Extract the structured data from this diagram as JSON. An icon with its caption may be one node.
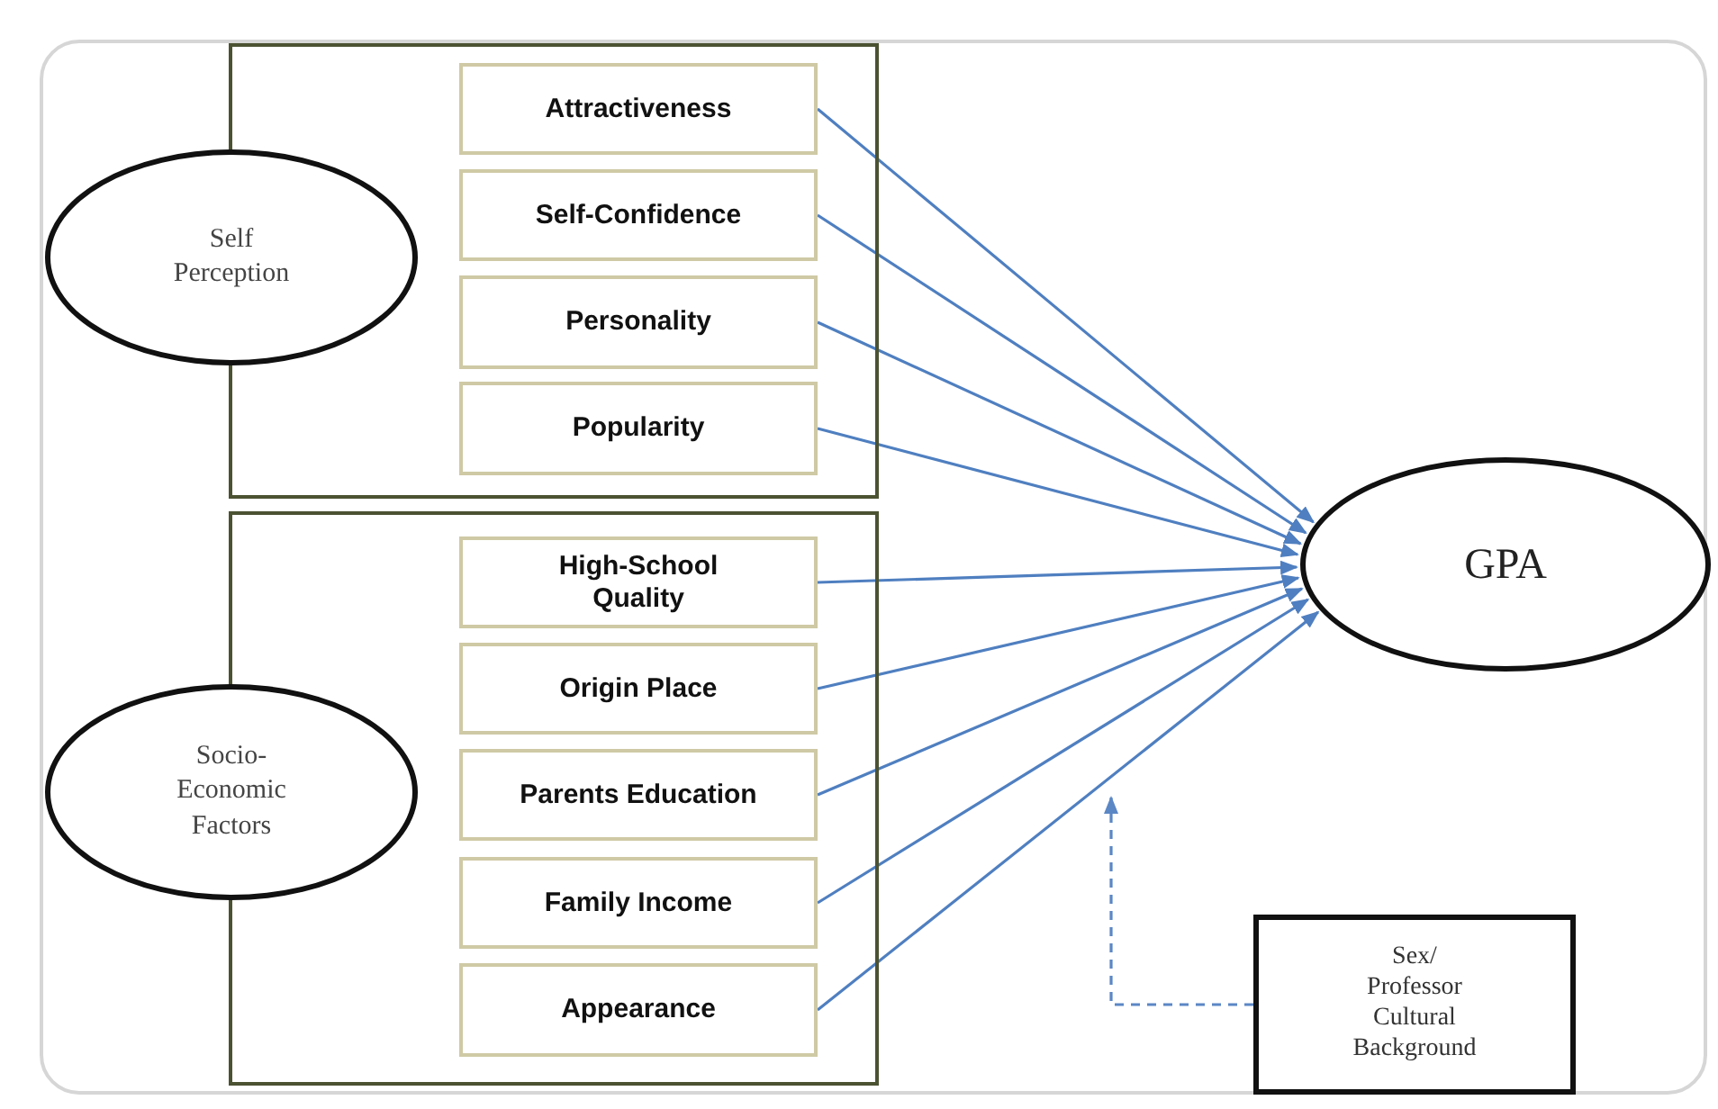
{
  "diagram": {
    "nodes": [
      {
        "text": [],
        "shape": "box"
      },
      {
        "text": [
          "Self Perception"
        ]
      },
      {
        "text": [
          "Attractiveness"
        ],
        "in": 0
      },
      {
        "text": [
          "Self-Confidence"
        ],
        "in": 0
      },
      {
        "text": [
          "Personality"
        ],
        "in": 0
      },
      {
        "text": [
          "Popularity"
        ],
        "in": 0
      },
      {
        "text": [],
        "shape": "box"
      },
      {
        "text": [
          "Socio-Economic Factors"
        ]
      },
      {
        "text": [
          "High-School Quality"
        ],
        "in": 6
      },
      {
        "text": [
          "Origin Place"
        ],
        "in": 6
      },
      {
        "text": [
          "Parents Education"
        ],
        "in": 6
      },
      {
        "text": [
          "Family Income"
        ],
        "in": 6
      },
      {
        "text": [
          "Appearance"
        ],
        "in": 6
      },
      {
        "text": [
          "GPA"
        ]
      },
      {
        "text": [
          "Sex/ Professor Cultural Background"
        ]
      }
    ],
    "edges": [
      {
        "from": 2,
        "to": 13,
        "arrow": "to"
      },
      {
        "from": 3,
        "to": 13,
        "arrow": "to"
      },
      {
        "from": 4,
        "to": 13,
        "arrow": "to"
      },
      {
        "from": 5,
        "to": 13,
        "arrow": "to"
      },
      {
        "from": 8,
        "to": 13,
        "arrow": "to"
      },
      {
        "from": 9,
        "to": 13,
        "arrow": "to"
      },
      {
        "from": 10,
        "to": 13,
        "arrow": "to"
      },
      {
        "from": 11,
        "to": 13,
        "arrow": "to"
      },
      {
        "from": 12,
        "to": 13,
        "arrow": "to"
      },
      {
        "from": 14,
        "to": null,
        "arrow": "to",
        "style": "dashed"
      }
    ]
  }
}
